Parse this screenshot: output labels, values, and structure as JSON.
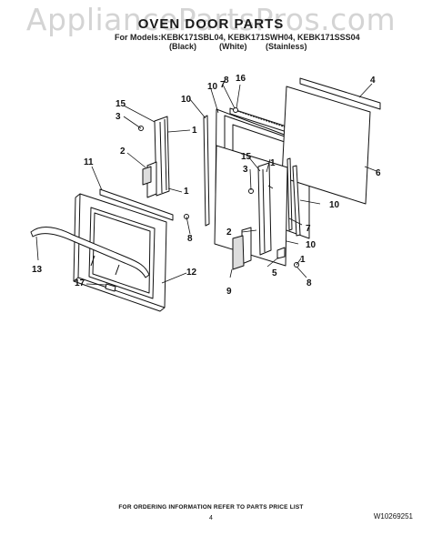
{
  "watermark": "AppliancePartsPros.com",
  "title": "OVEN DOOR PARTS",
  "models_line": "For Models:KEBK171SBL04, KEBK171SWH04, KEBK171SSS04",
  "variants": [
    "(Black)",
    "(White)",
    "(Stainless)"
  ],
  "callouts": [
    "1",
    "1",
    "1",
    "1",
    "2",
    "2",
    "3",
    "3",
    "4",
    "5",
    "6",
    "7",
    "7",
    "8",
    "8",
    "8",
    "9",
    "10",
    "10",
    "10",
    "10",
    "11",
    "12",
    "13",
    "15",
    "15",
    "16",
    "17"
  ],
  "footer": "FOR ORDERING INFORMATION REFER TO PARTS PRICE LIST",
  "page_number": "4",
  "doc_number": "W10269251"
}
